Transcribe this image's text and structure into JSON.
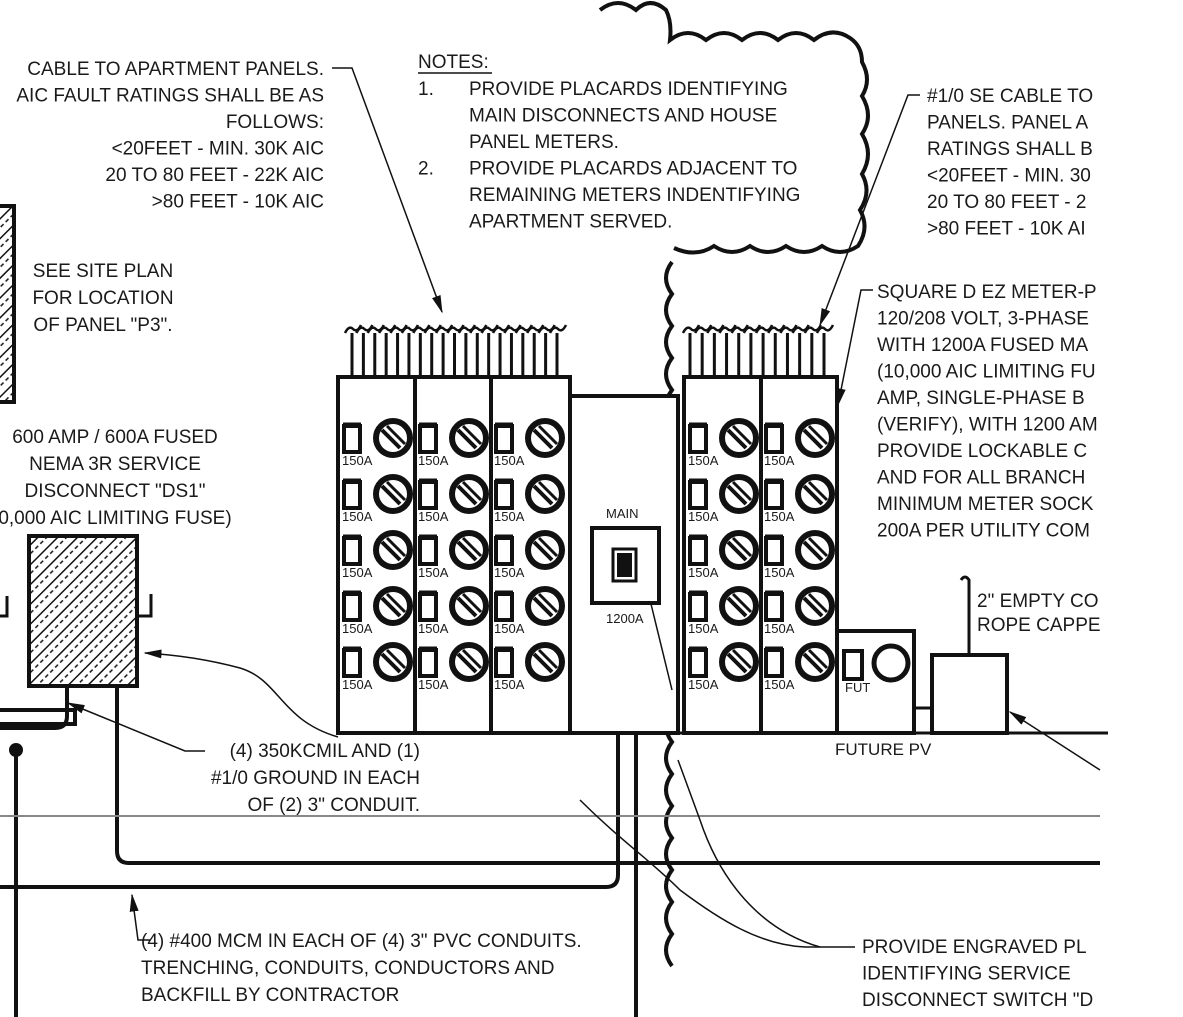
{
  "notes_left": {
    "lines": [
      "CABLE TO APARTMENT PANELS.",
      "AIC FAULT RATINGS SHALL BE AS",
      "FOLLOWS:",
      "<20FEET - MIN. 30K AIC",
      "20 TO 80 FEET - 22K AIC",
      ">80 FEET - 10K AIC"
    ]
  },
  "notes_block": {
    "heading": "NOTES:",
    "items": [
      {
        "num": "1.",
        "lines": [
          "PROVIDE PLACARDS IDENTIFYING",
          "MAIN DISCONNECTS AND HOUSE",
          "PANEL METERS."
        ]
      },
      {
        "num": "2.",
        "lines": [
          "PROVIDE PLACARDS ADJACENT TO",
          "REMAINING METERS INDENTIFYING",
          "APARTMENT SERVED."
        ]
      }
    ]
  },
  "notes_right": {
    "lines": [
      "#1/0 SE CABLE TO",
      "PANELS. PANEL A",
      "RATINGS SHALL B",
      "<20FEET - MIN. 30",
      "20 TO 80 FEET - 2",
      ">80 FEET - 10K AI"
    ]
  },
  "site_plan_note": {
    "lines": [
      "SEE SITE PLAN",
      "FOR LOCATION",
      "OF PANEL \"P3\"."
    ]
  },
  "disconnect_note": {
    "lines": [
      "600 AMP / 600A FUSED",
      "NEMA 3R SERVICE",
      "DISCONNECT \"DS1\"",
      "0,000 AIC LIMITING FUSE)"
    ]
  },
  "meter_stack_note": {
    "lines": [
      "SQUARE D EZ METER-P",
      "120/208 VOLT, 3-PHASE",
      "WITH 1200A FUSED MA",
      "(10,000 AIC LIMITING FU",
      "AMP, SINGLE-PHASE B",
      "(VERIFY), WITH 1200 AM",
      "PROVIDE LOCKABLE C",
      "AND FOR ALL BRANCH",
      "MINIMUM METER SOCK",
      "200A PER UTILITY COM"
    ]
  },
  "meter_stack": {
    "breaker_rating": "150A",
    "left_section_columns": 3,
    "right_section_columns": 2,
    "rows": 5,
    "main_label": "MAIN",
    "main_rating": "1200A",
    "future_label": "FUT",
    "future_pv_label": "FUTURE PV"
  },
  "empty_conduit_note": {
    "lines": [
      "2\" EMPTY CO",
      "ROPE CAPPE"
    ]
  },
  "conductor_note": {
    "lines": [
      "(4)  350KCMIL AND (1)",
      "#1/0 GROUND IN EACH",
      "OF (2) 3\" CONDUIT."
    ]
  },
  "feeder_note": {
    "lines": [
      "(4) #400 MCM IN EACH OF (4) 3\" PVC CONDUITS.",
      "TRENCHING, CONDUITS, CONDUCTORS AND",
      "BACKFILL BY CONTRACTOR"
    ]
  },
  "placard_note": {
    "lines": [
      "PROVIDE ENGRAVED PL",
      "IDENTIFYING SERVICE",
      "DISCONNECT SWITCH \"D"
    ]
  }
}
